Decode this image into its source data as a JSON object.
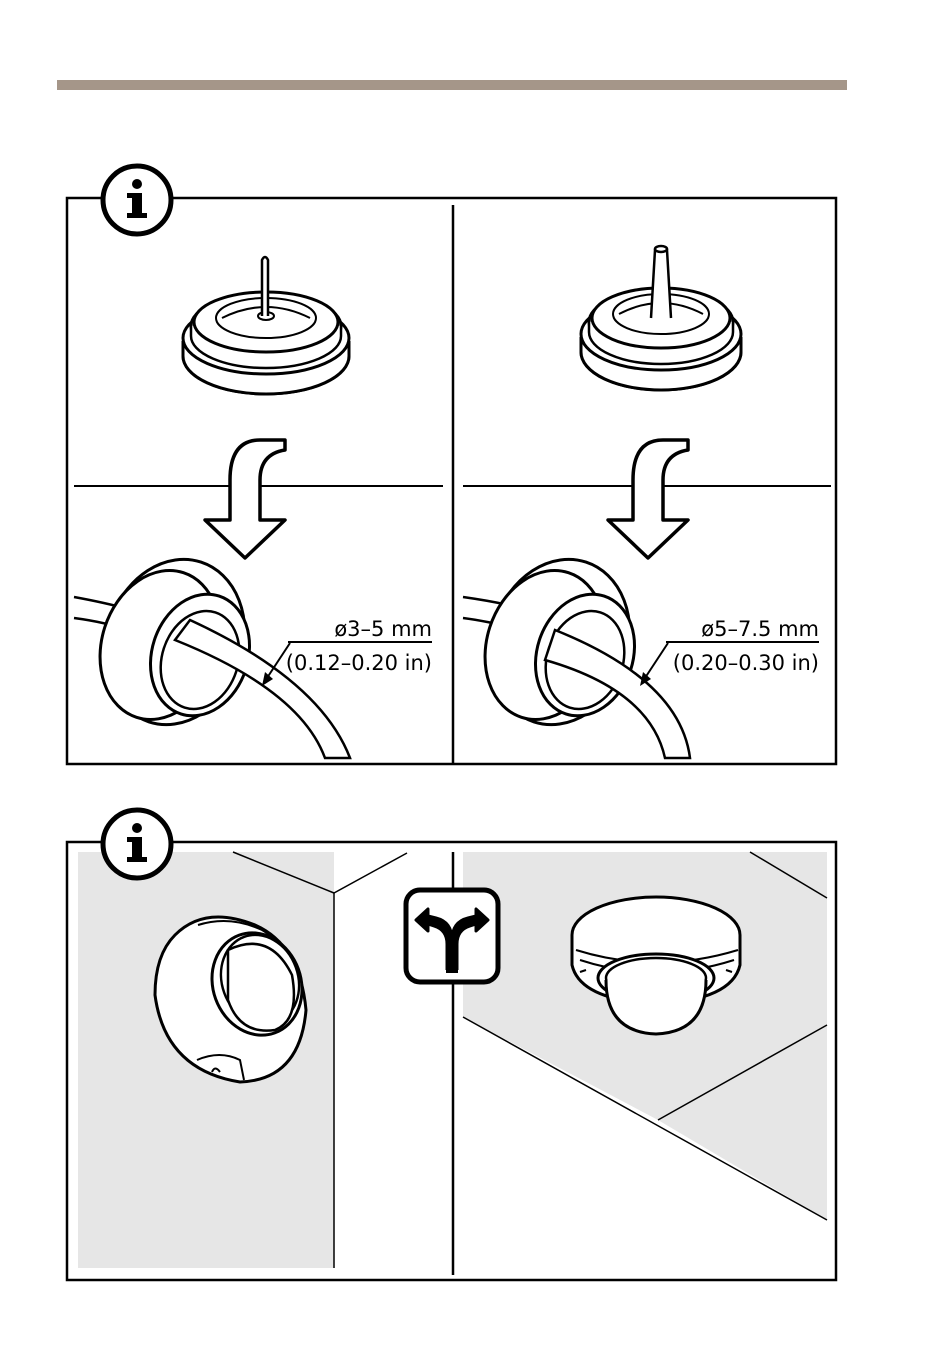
{
  "page": {
    "rule_color": "#a59689"
  },
  "grommets": {
    "small": {
      "diameter_mm": "ø3–5 mm",
      "diameter_in": "(0.12–0.20 in)"
    },
    "large": {
      "diameter_mm": "ø5–7.5 mm",
      "diameter_in": "(0.20–0.30 in)"
    }
  },
  "icons": {
    "info": "info-icon",
    "split": "split-arrow-icon",
    "down_arrow": "curved-down-arrow-icon"
  },
  "colors": {
    "line": "#000000",
    "wall_fill": "#e6e6e6",
    "dome_shell": "#ffffff"
  }
}
